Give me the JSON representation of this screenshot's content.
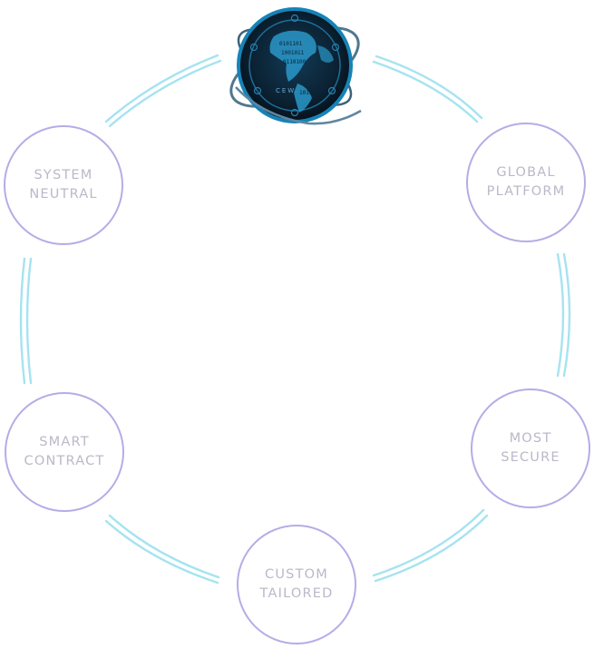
{
  "diagram": {
    "center_logo": {
      "icon": "globe-coin-icon",
      "text": "CEW"
    },
    "nodes": [
      {
        "id": "system-neutral",
        "line1": "SYSTEM",
        "line2": "NEUTRAL"
      },
      {
        "id": "global-platform",
        "line1": "GLOBAL",
        "line2": "PLATFORM"
      },
      {
        "id": "most-secure",
        "line1": "MOST",
        "line2": "SECURE"
      },
      {
        "id": "smart-contract",
        "line1": "SMART",
        "line2": "CONTRACT"
      },
      {
        "id": "custom-tailored",
        "line1": "CUSTOM",
        "line2": "TAILORED"
      }
    ],
    "colors": {
      "node_border": "#b4ade6",
      "node_text": "#b9b9c9",
      "connector": "#a6e3f0",
      "globe_dark": "#0a1c2b",
      "globe_accent": "#1e8fc4"
    }
  }
}
